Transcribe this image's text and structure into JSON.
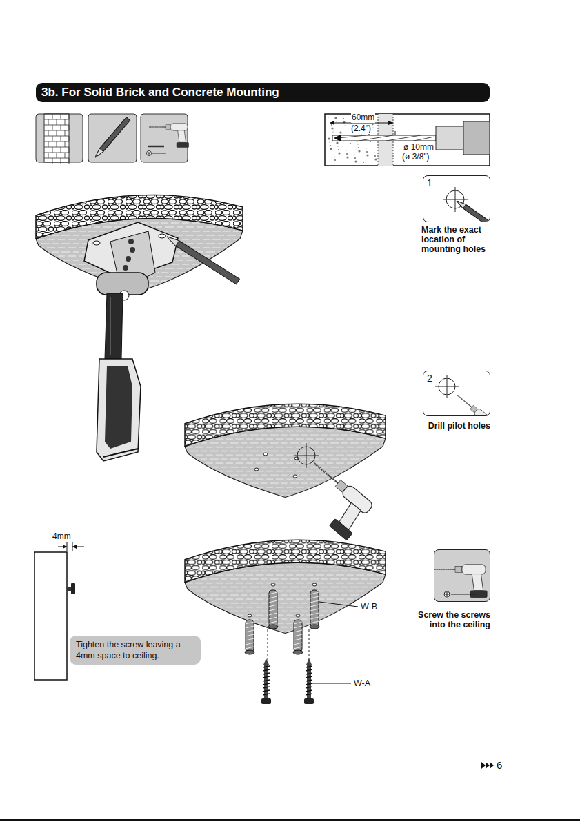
{
  "diagram": {
    "title": "3b. For Solid Brick and Concrete Mounting",
    "nodes": [
      {
        "text": [
          "1",
          "Mark the exact location of mounting holes"
        ]
      },
      {
        "text": [
          "2",
          "Drill pilot holes"
        ]
      },
      {
        "text": [
          "Tighten the screw leaving a 4mm space to ceiling."
        ]
      },
      {
        "text": [
          "Screw the screws into the ceiling"
        ]
      }
    ],
    "labels": [
      "60mm",
      "(2.4\")",
      "ø 10mm",
      "(ø 3/8\")",
      "4mm",
      "W-B",
      "W-A",
      "6"
    ]
  }
}
